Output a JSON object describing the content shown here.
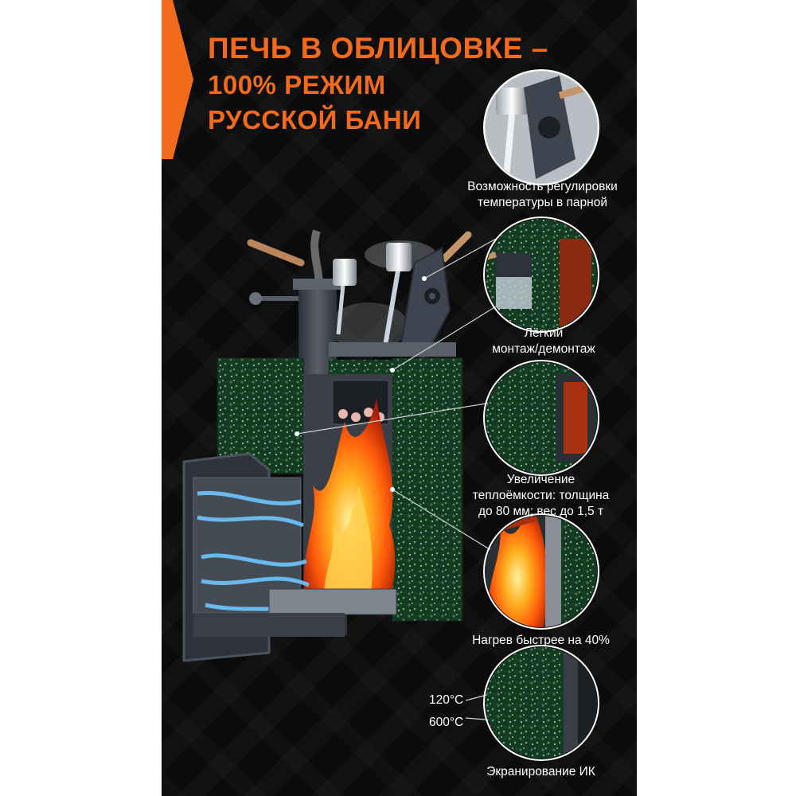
{
  "headline": {
    "line1": "ПЕЧЬ В ОБЛИЦОВКЕ –",
    "line2": "100% РЕЖИМ",
    "line3": "РУССКОЙ БАНИ"
  },
  "callouts": {
    "temperature_control": [
      "Возможность регулировки",
      "температуры в парной"
    ],
    "easy_mount": [
      "Лёгкий",
      "монтаж/демонтаж"
    ],
    "heat_capacity": [
      "Увеличение",
      "теплоёмкости: толщина",
      "до 80 мм; вес до 1,5 т"
    ],
    "fast_heating": [
      "Нагрев быстрее на 40%"
    ],
    "ir_shielding": [
      "Экранирование ИК"
    ]
  },
  "temperatures": {
    "outer": "120°С",
    "inner": "600°С"
  },
  "colors": {
    "accent_orange": "#f26a1b",
    "background": "#0b0b0b",
    "stone_green": "#1e4a2c",
    "steel_gray": "#4a4f58",
    "flame": "#ff7a10",
    "air_flow": "#6cc6ff"
  }
}
